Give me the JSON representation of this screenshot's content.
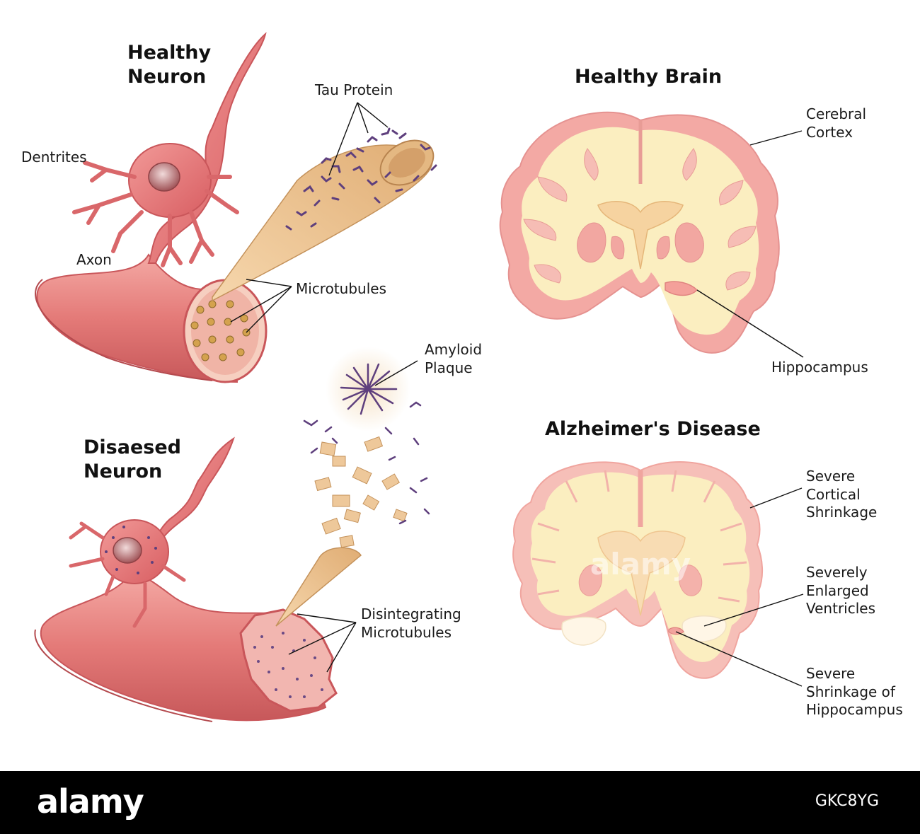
{
  "titles": {
    "healthy_neuron": [
      "Healthy",
      "Neuron"
    ],
    "diseased_neuron": [
      "Disaesed",
      "Neuron"
    ],
    "healthy_brain": "Healthy Brain",
    "alzheimers": "Alzheimer's Disease"
  },
  "labels": {
    "dentrites": "Dentrites",
    "axon": "Axon",
    "tau_protein": "Tau Protein",
    "microtubules": "Microtubules",
    "amyloid_plaque": [
      "Amyloid",
      "Plaque"
    ],
    "disintegrating_microtubules": [
      "Disintegrating",
      "Microtubules"
    ],
    "cerebral_cortex": [
      "Cerebral",
      "Cortex"
    ],
    "hippocampus": "Hippocampus",
    "cortical_shrinkage": [
      "Severe",
      "Cortical",
      "Shrinkage"
    ],
    "enlarged_ventricles": [
      "Severely",
      "Enlarged",
      "Ventricles"
    ],
    "hippocampus_shrinkage": [
      "Severe",
      "Shrinkage of",
      "Hippocampus"
    ]
  },
  "footer": {
    "brand": "alamy",
    "image_id": "GKC8YG",
    "watermark": "alamy"
  },
  "colors": {
    "neuron": "#e8787a",
    "neuron_dark": "#c9565a",
    "microtubule": "#eec89a",
    "tau": "#6a4a85",
    "brain_outer": "#f2a6a2",
    "brain_inner": "#fbeec0",
    "footer_bg": "#000000"
  }
}
